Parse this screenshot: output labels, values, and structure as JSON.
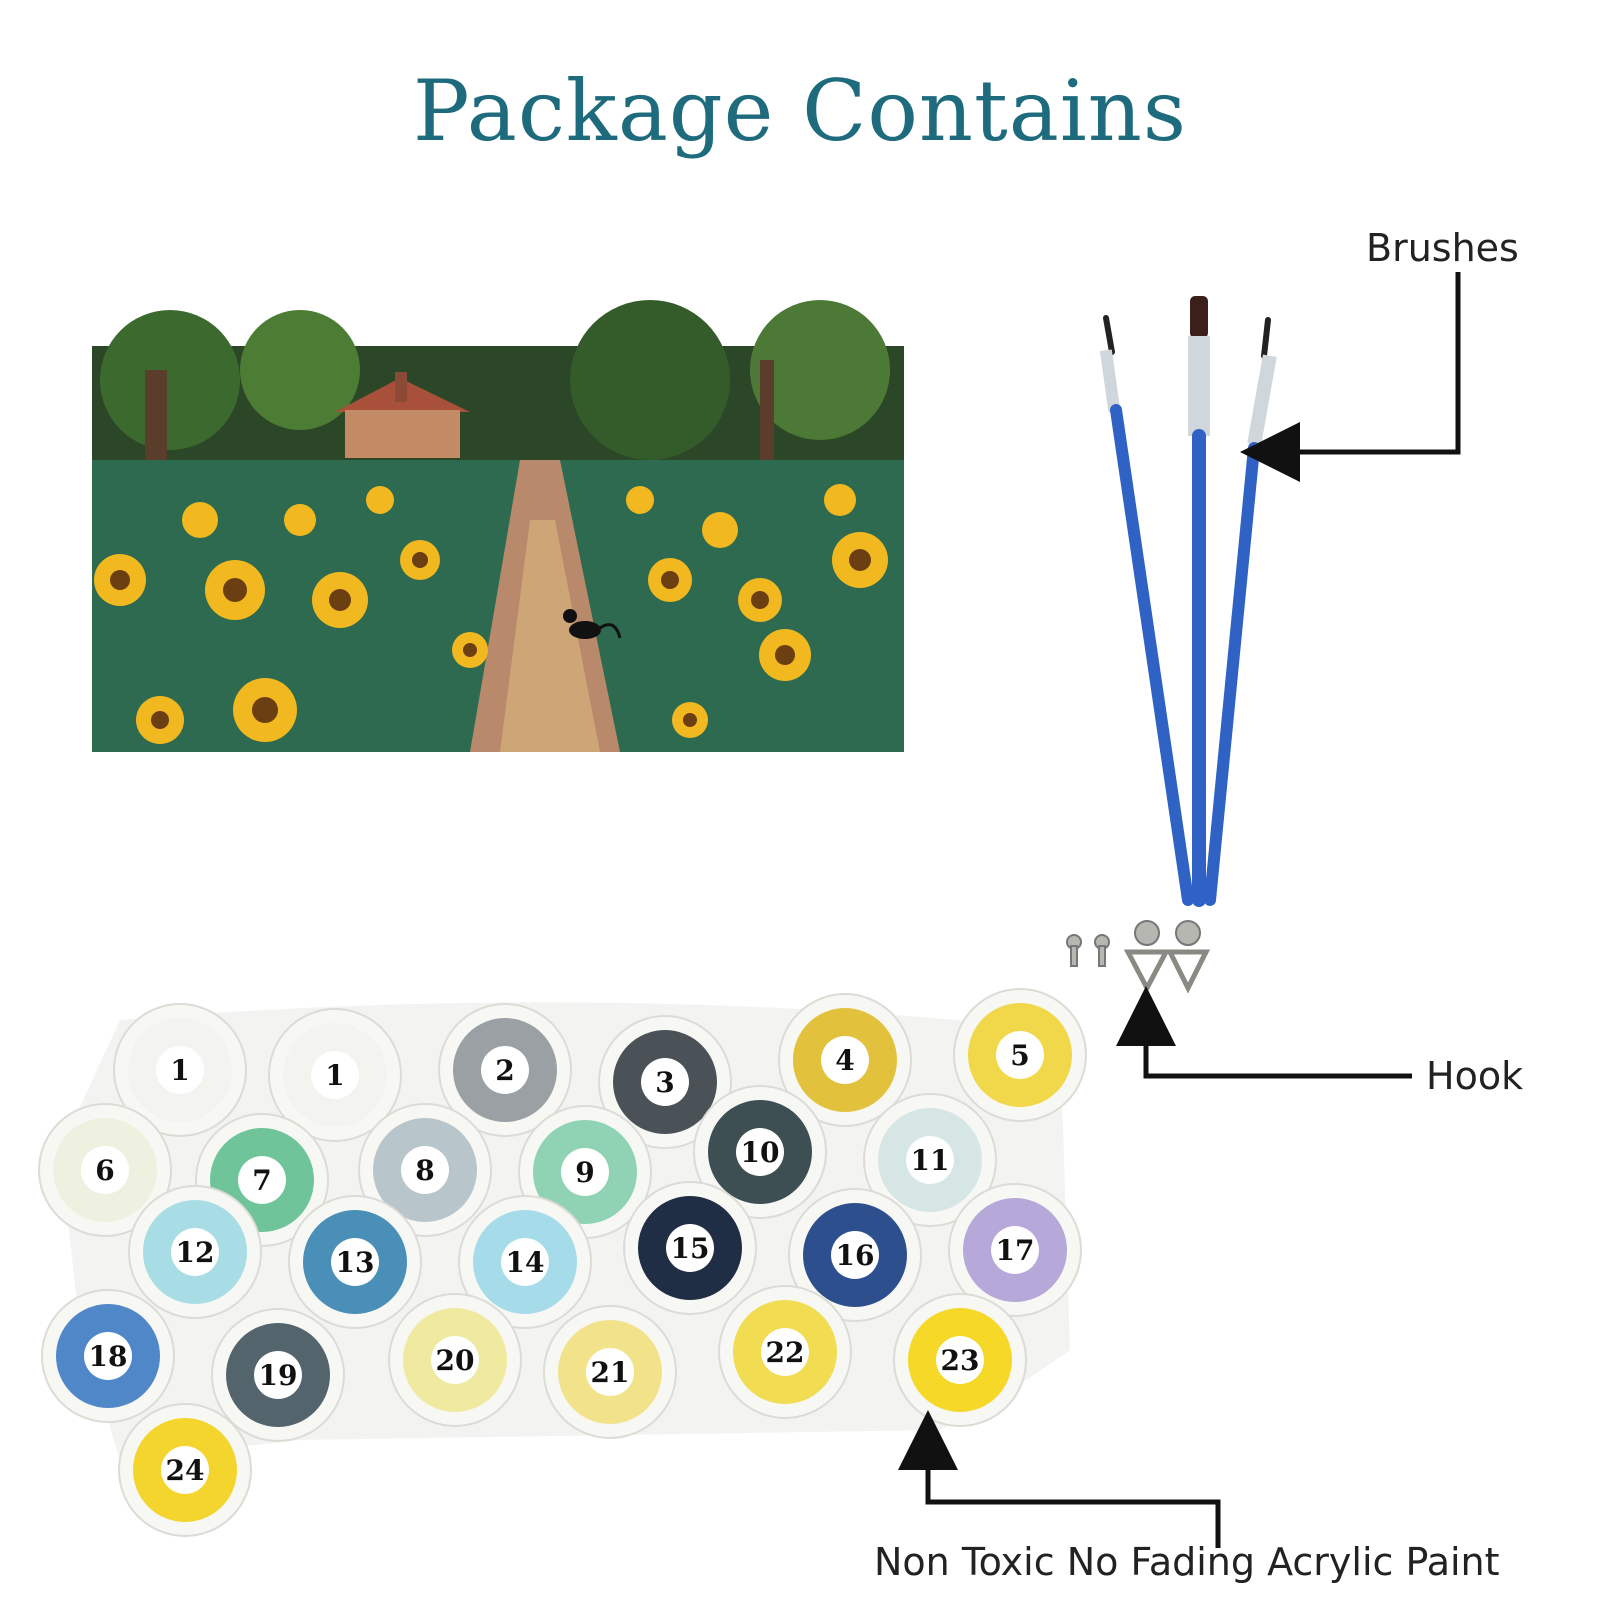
{
  "title": "Package Contains",
  "labels": {
    "brushes": "Brushes",
    "hook": "Hook",
    "paint": "Non Toxic No Fading Acrylic Paint"
  },
  "paint_pots": [
    {
      "number": "1",
      "color": "#f3f3f0"
    },
    {
      "number": "1",
      "color": "#f3f3f0"
    },
    {
      "number": "2",
      "color": "#9aa0a4"
    },
    {
      "number": "3",
      "color": "#4a5257"
    },
    {
      "number": "4",
      "color": "#e2c23c"
    },
    {
      "number": "5",
      "color": "#f1d84a"
    },
    {
      "number": "6",
      "color": "#eef1df"
    },
    {
      "number": "7",
      "color": "#6fc49a"
    },
    {
      "number": "8",
      "color": "#b8c6cc"
    },
    {
      "number": "9",
      "color": "#8fd3b4"
    },
    {
      "number": "10",
      "color": "#3d4f52"
    },
    {
      "number": "11",
      "color": "#d6e6e4"
    },
    {
      "number": "12",
      "color": "#a8dde6"
    },
    {
      "number": "13",
      "color": "#4a8fb8"
    },
    {
      "number": "14",
      "color": "#a6dcea"
    },
    {
      "number": "15",
      "color": "#1f2d45"
    },
    {
      "number": "16",
      "color": "#2d4f8e"
    },
    {
      "number": "17",
      "color": "#b6a8d8"
    },
    {
      "number": "18",
      "color": "#4f87c9"
    },
    {
      "number": "19",
      "color": "#53646d"
    },
    {
      "number": "20",
      "color": "#f0e9a0"
    },
    {
      "number": "21",
      "color": "#f2e38a"
    },
    {
      "number": "22",
      "color": "#f1dc52"
    },
    {
      "number": "23",
      "color": "#f5d828"
    },
    {
      "number": "24",
      "color": "#f3d52e"
    }
  ],
  "colors": {
    "title": "#1f6b7e",
    "brush_handle": "#2f62c4",
    "arrow": "#111111"
  }
}
